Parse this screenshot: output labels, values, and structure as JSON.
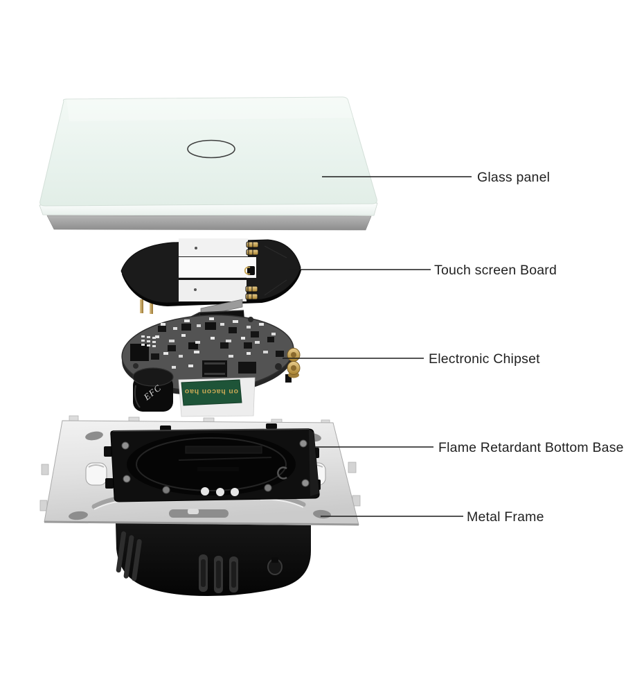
{
  "figure": {
    "type": "exploded-view-diagram",
    "background": "#ffffff"
  },
  "callouts": [
    {
      "id": "glass-panel",
      "text": "Glass panel"
    },
    {
      "id": "touch-screen-board",
      "text": "Touch screen Board"
    },
    {
      "id": "electronic-chipset",
      "text": "Electronic Chipset"
    },
    {
      "id": "flame-retardant-bottom-base",
      "text": "Flame Retardant Bottom Base"
    },
    {
      "id": "metal-frame",
      "text": "Metal Frame"
    }
  ],
  "markings": {
    "capacitor": "EFC",
    "relay_label": "on hacon hao"
  },
  "colors": {
    "glass": "#e9f3ee",
    "glass_side": "#a3a3a3",
    "pcb_board_black": "#1b1b1b",
    "chipset_pcb_gray": "#535353",
    "relay_green": "#1e5438",
    "terminal_gold": "#c09a50",
    "metal_frame": "#dedede",
    "base_black": "#0f0f0f",
    "label_text": "#212121",
    "callout_line": "#1a1a1a"
  }
}
